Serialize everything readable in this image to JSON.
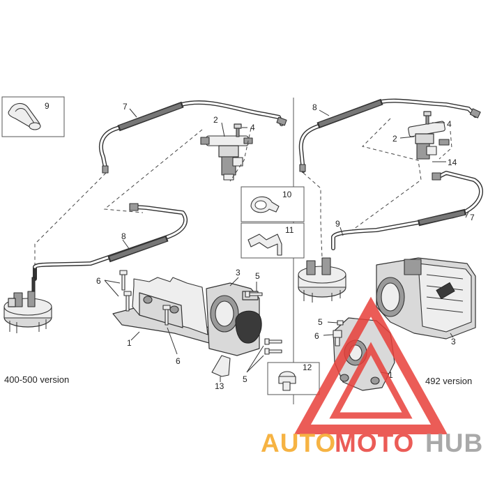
{
  "labels": {
    "left": {
      "n9": "9",
      "n7": "7",
      "n2": "2",
      "n4": "4",
      "n8": "8",
      "n6a": "6",
      "n3": "3",
      "n5a": "5",
      "n1": "1",
      "n6b": "6",
      "n5b": "5",
      "n13": "13"
    },
    "center": {
      "n10": "10",
      "n11": "11",
      "n12": "12"
    },
    "right": {
      "n8": "8",
      "n4": "4",
      "n2": "2",
      "n14": "14",
      "n9": "9",
      "n7": "7",
      "n5": "5",
      "n6": "6",
      "n1": "1",
      "n3": "3"
    }
  },
  "versions": {
    "left": "400-500 version",
    "right": "492 version"
  },
  "watermark": {
    "part1": "AUTO",
    "part2": "MOTO",
    "part3": "HUB",
    "color_orange": "#f5a623",
    "color_red": "#e8403a",
    "color_gray": "#9b9b9b"
  }
}
